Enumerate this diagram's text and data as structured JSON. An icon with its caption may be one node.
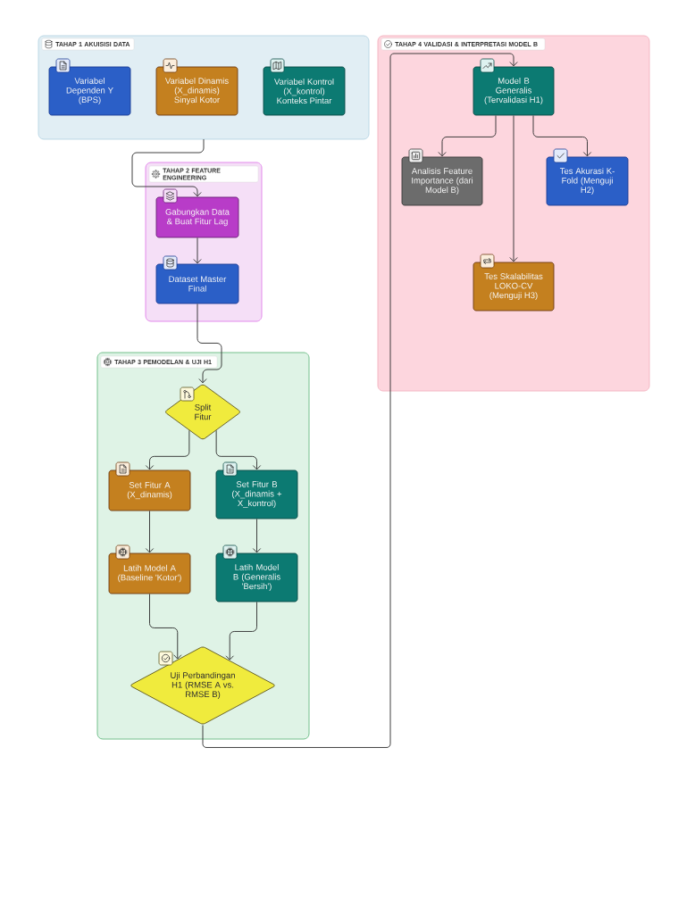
{
  "diagram": {
    "nodes": [
      {
        "text": [
          "TAHAP 1 AKUISISI DATA"
        ]
      },
      {
        "text": [
          "Variabel Dependen Y (BPS)"
        ],
        "in": 0
      },
      {
        "text": [
          "Variabel Dinamis (X_dinamis) Sinyal Kotor"
        ],
        "in": 0
      },
      {
        "text": [
          "Variabel Kontrol (X_kontrol) Konteks Pintar"
        ],
        "in": 0
      },
      {
        "text": [
          "TAHAP 2 FEATURE ENGINEERING"
        ]
      },
      {
        "text": [
          "Gabungkan Data & Buat Fitur Lag"
        ],
        "in": 4
      },
      {
        "text": [
          "Dataset Master Final"
        ],
        "in": 4
      },
      {
        "text": [
          "TAHAP 3 PEMODELAN & UJI H1"
        ]
      },
      {
        "text": [
          "Split Fitur"
        ],
        "in": 7
      },
      {
        "text": [
          "Set Fitur A (X_dinamis)"
        ],
        "in": 7
      },
      {
        "text": [
          "Set Fitur B (X_dinamis + X_kontrol)"
        ],
        "in": 7
      },
      {
        "text": [
          "Latih Model A (Baseline 'Kotor')"
        ],
        "in": 7
      },
      {
        "text": [
          "Latih Model B (Generalis 'Bersih')"
        ],
        "in": 7
      },
      {
        "text": [
          "Uji Perbandingan H1 (RMSE A vs. RMSE B)"
        ],
        "in": 7
      },
      {
        "text": [
          "TAHAP 4 VALIDASI & INTERPRETASI MODEL B"
        ]
      },
      {
        "text": [
          "Model B Generalis (Tervalidasi H1)"
        ],
        "in": 14
      },
      {
        "text": [
          "Analisis Feature Importance (dari Model B)"
        ],
        "in": 14
      },
      {
        "text": [
          "Tes Akurasi K-Fold (Menguji H2)"
        ],
        "in": 14
      },
      {
        "text": [
          "Tes Skalabilitas LOKO-CV (Menguji H3)"
        ],
        "in": 14
      }
    ],
    "edges": [
      {
        "from": 0,
        "to": 5,
        "arrow": "to"
      },
      {
        "from": 5,
        "to": 6,
        "arrow": "to"
      },
      {
        "from": 6,
        "to": 8,
        "arrow": "to"
      },
      {
        "from": 8,
        "to": 9,
        "arrow": "to"
      },
      {
        "from": 8,
        "to": 10,
        "arrow": "to"
      },
      {
        "from": 9,
        "to": 11,
        "arrow": "to"
      },
      {
        "from": 10,
        "to": 12,
        "arrow": "to"
      },
      {
        "from": 11,
        "to": 13,
        "arrow": "to"
      },
      {
        "from": 12,
        "to": 13,
        "arrow": "to"
      },
      {
        "from": 13,
        "to": 15,
        "arrow": "to"
      },
      {
        "from": 15,
        "to": 16,
        "arrow": "to"
      },
      {
        "from": 15,
        "to": 17,
        "arrow": "to"
      },
      {
        "from": 15,
        "to": 18,
        "arrow": "to"
      }
    ]
  }
}
